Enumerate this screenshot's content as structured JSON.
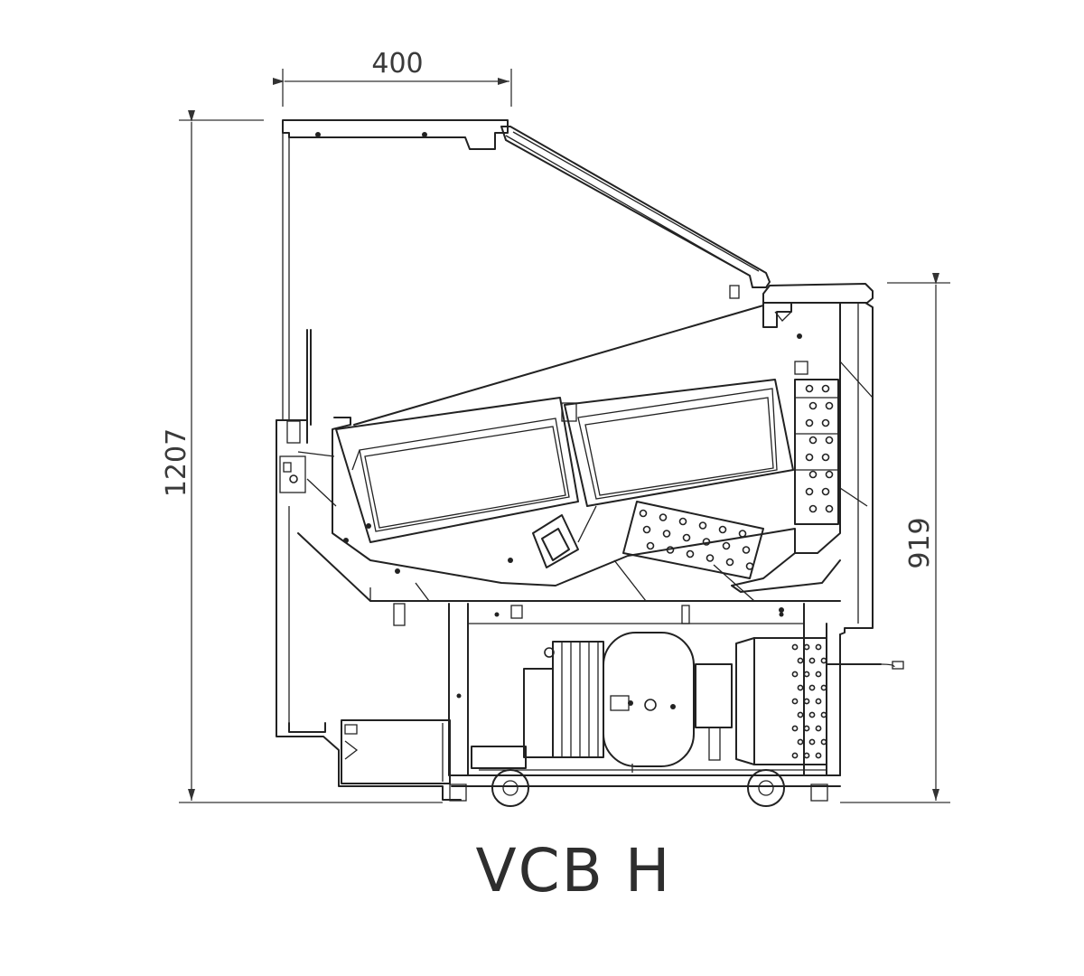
{
  "dimensions": {
    "top_width": "400",
    "total_height": "1207",
    "counter_height": "919"
  },
  "model_title": "VCB H"
}
